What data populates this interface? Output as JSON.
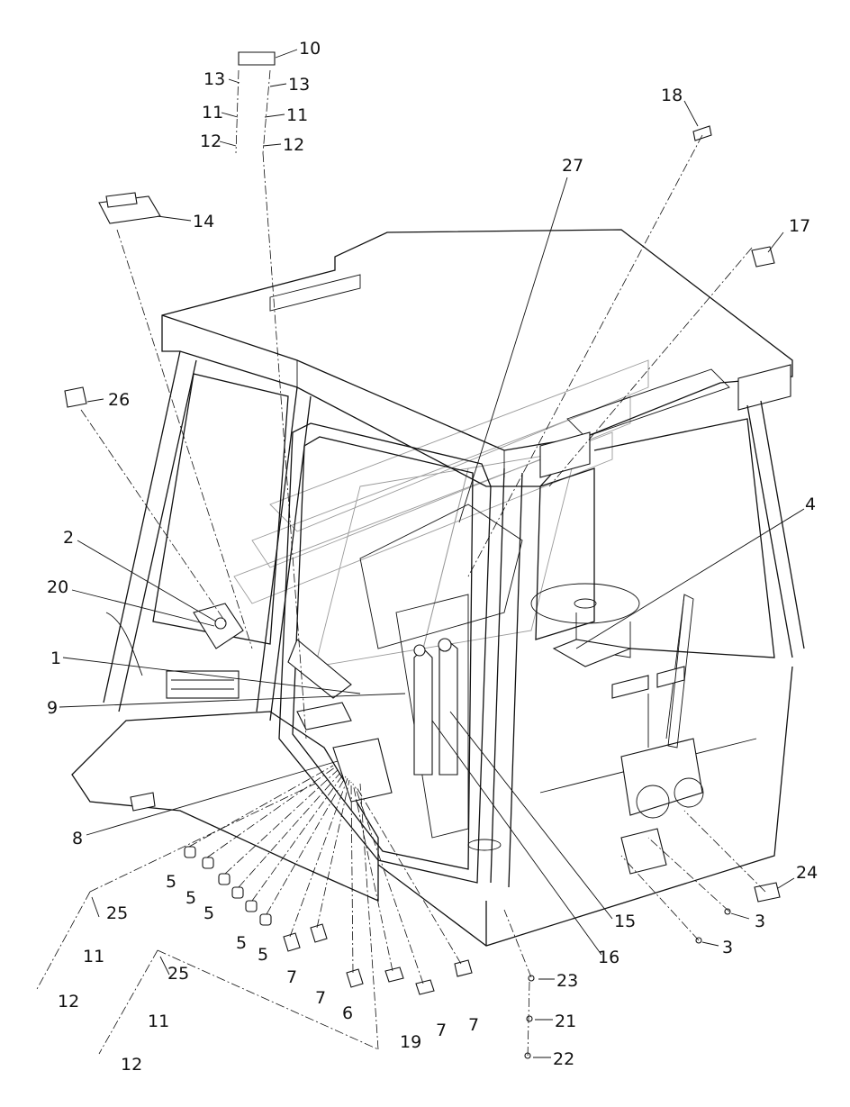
{
  "diagram": {
    "callouts": [
      {
        "id": "c10",
        "text": "10"
      },
      {
        "id": "c13a",
        "text": "13"
      },
      {
        "id": "c13b",
        "text": "13"
      },
      {
        "id": "c11a",
        "text": "11"
      },
      {
        "id": "c11b",
        "text": "11"
      },
      {
        "id": "c12a",
        "text": "12"
      },
      {
        "id": "c12b",
        "text": "12"
      },
      {
        "id": "c14",
        "text": "14"
      },
      {
        "id": "c18",
        "text": "18"
      },
      {
        "id": "c27",
        "text": "27"
      },
      {
        "id": "c17",
        "text": "17"
      },
      {
        "id": "c26",
        "text": "26"
      },
      {
        "id": "c4",
        "text": "4"
      },
      {
        "id": "c2",
        "text": "2"
      },
      {
        "id": "c20",
        "text": "20"
      },
      {
        "id": "c1",
        "text": "1"
      },
      {
        "id": "c9",
        "text": "9"
      },
      {
        "id": "c8",
        "text": "8"
      },
      {
        "id": "c5a",
        "text": "5"
      },
      {
        "id": "c5b",
        "text": "5"
      },
      {
        "id": "c5c",
        "text": "5"
      },
      {
        "id": "c5d",
        "text": "5"
      },
      {
        "id": "c5e",
        "text": "5"
      },
      {
        "id": "c25a",
        "text": "25"
      },
      {
        "id": "c11c",
        "text": "11"
      },
      {
        "id": "c12c",
        "text": "12"
      },
      {
        "id": "c25b",
        "text": "25"
      },
      {
        "id": "c11d",
        "text": "11"
      },
      {
        "id": "c12d",
        "text": "12"
      },
      {
        "id": "c7a",
        "text": "7"
      },
      {
        "id": "c7b",
        "text": "7"
      },
      {
        "id": "c6",
        "text": "6"
      },
      {
        "id": "c19",
        "text": "19"
      },
      {
        "id": "c7c",
        "text": "7"
      },
      {
        "id": "c7d",
        "text": "7"
      },
      {
        "id": "c15",
        "text": "15"
      },
      {
        "id": "c16",
        "text": "16"
      },
      {
        "id": "c23",
        "text": "23"
      },
      {
        "id": "c21",
        "text": "21"
      },
      {
        "id": "c22",
        "text": "22"
      },
      {
        "id": "c3a",
        "text": "3"
      },
      {
        "id": "c3b",
        "text": "3"
      },
      {
        "id": "c24",
        "text": "24"
      }
    ]
  }
}
